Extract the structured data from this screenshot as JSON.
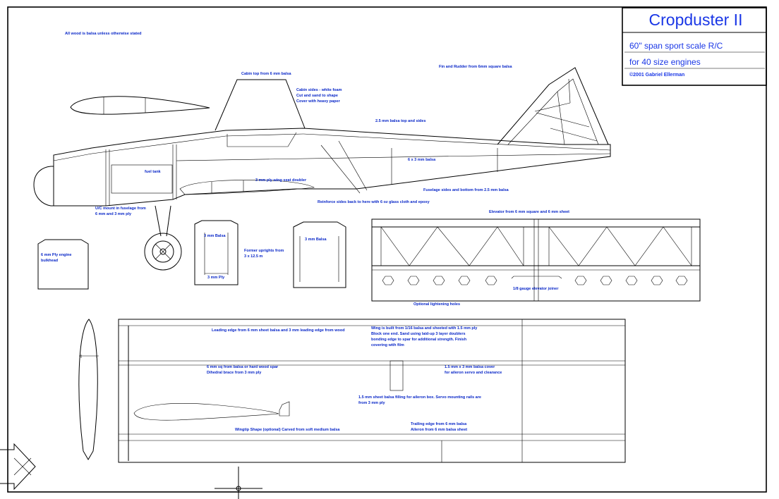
{
  "title_block": {
    "title": "Cropduster II",
    "line1": "60\" span sport scale R/C",
    "line2": "for 40 size engines",
    "line3": "©2001  Gabriel Ellerman"
  },
  "notes": {
    "general": "All wood is balsa unless otherwise stated",
    "cabin_top": "Cabin top from 6 mm balsa",
    "cabin_sides": [
      "Cabin sides - white foam",
      "Cut and sand to shape",
      "Cover with heavy paper"
    ],
    "fin_rudder": "Fin and Rudder from 6mm square balsa",
    "longeron": "2.5 mm balsa top and sides",
    "stringer": "6 x 3 mm balsa",
    "fuel_tank": "fuel tank",
    "wing_seat": "3 mm ply wing seat doubler",
    "fuse_bottom": "Fuselage sides and bottom from 2.5 mm balsa",
    "reinforce": "Reinforce sides back to here with 6 oz glass cloth and epoxy",
    "undercarriage": [
      "U/C mount in fuselage from",
      "6 mm and 3 mm ply"
    ],
    "firewall": [
      "6 mm Ply engine",
      "bulkhead"
    ],
    "former_a_label": "3 mm Balsa",
    "former_a_ply": "3 mm Ply",
    "formers_uprights": [
      "Former uprights from",
      "3 x 12.5 m"
    ],
    "former_b_label": "3 mm Balsa",
    "elevator": "Elevator from 6 mm square and 6 mm sheet",
    "elevator_joiner": "1/8 gauge elevator joiner",
    "lightening": "Optional lightening holes",
    "leading_edge": "Leading edge from 6 mm sheet balsa and 3 mm leading edge from wood",
    "wing_skin": [
      "Wing is built from 1/16 balsa and sheeted with 1.5 mm ply",
      "Block one end. Sand using laid-up 3 layer doublers",
      "bonding edge to spar for additional strength. Finish",
      "covering with film"
    ],
    "spar": [
      "6 mm sq from balsa or hard wood spar",
      "Dihedral brace from 3 mm ply"
    ],
    "cap_strip": [
      "1.5 mm x 3 mm balsa cover",
      "for aileron servo and clearance"
    ],
    "servo_tray": [
      "1.5 mm sheet balsa filling for aileron box. Servo mounting rails are",
      "from 3 mm ply"
    ],
    "wingtip": "Wingtip Shape (optional) Carved from soft medium balsa",
    "trailing_edge": [
      "Trailing edge from 6 mm balsa",
      "Aileron from 6 mm balsa sheet"
    ]
  }
}
